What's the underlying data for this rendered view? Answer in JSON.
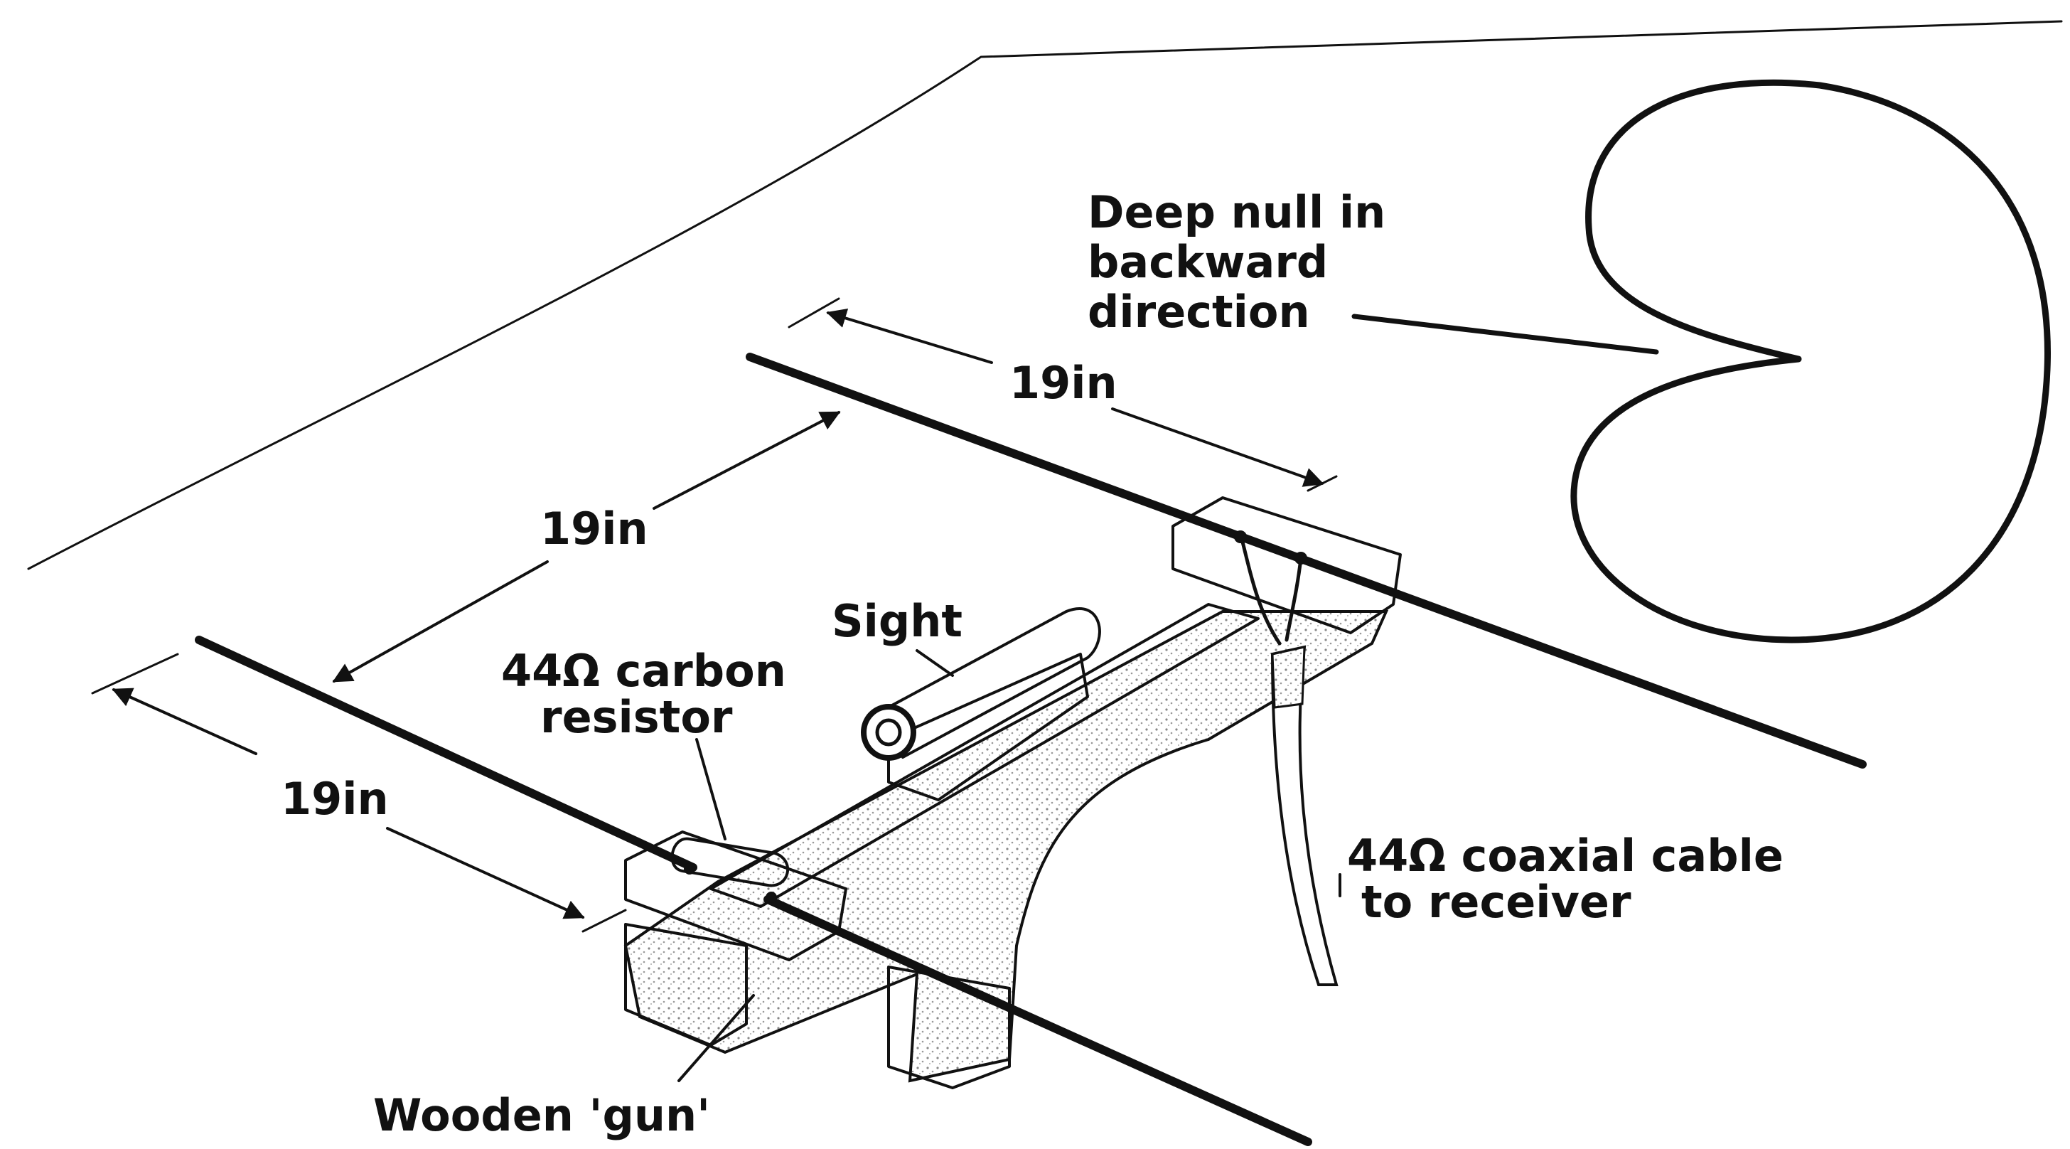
{
  "diagram": {
    "colors": {
      "ink": "#111111",
      "paper": "#ffffff",
      "stipple": "#c9c9c9"
    },
    "labels": {
      "null_line1": "Deep null in",
      "null_line2": "backward",
      "null_line3": "direction",
      "dim_top": "19in",
      "dim_middle": "19in",
      "dim_left": "19in",
      "sight": "Sight",
      "resistor_line1": "44Ω carbon",
      "resistor_line2": "resistor",
      "cable_line1": "44Ω coaxial cable",
      "cable_line2": "to receiver",
      "gun": "Wooden 'gun'"
    }
  }
}
